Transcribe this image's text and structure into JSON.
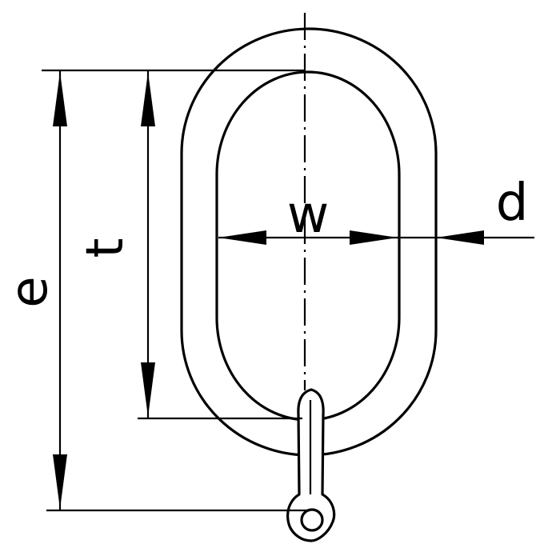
{
  "figure": {
    "labels": {
      "e": "e",
      "t": "t",
      "w": "w",
      "d": "d"
    }
  }
}
